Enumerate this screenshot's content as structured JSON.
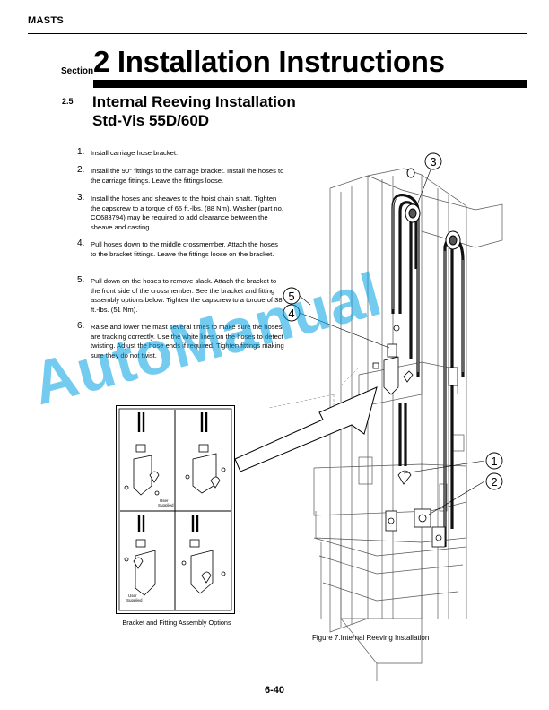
{
  "header": {
    "section_name": "MASTS"
  },
  "section": {
    "label": "Section",
    "title": "2 Installation Instructions"
  },
  "subsection": {
    "number": "2.5",
    "title_line1": "Internal Reeving Installation",
    "title_line2": "Std-Vis 55D/60D"
  },
  "steps": [
    {
      "num": "1.",
      "text": "Install carriage hose bracket."
    },
    {
      "num": "2.",
      "text": "Install the 90° fittings to the carriage bracket. Install the hoses to the carriage fittings. Leave the fittings loose."
    },
    {
      "num": "3.",
      "text": "Install the hoses and sheaves to the hoist chain shaft. Tighten the capscrew to a torque of 65 ft.-lbs. (88 Nm). Washer (part no. CC683794) may be required to add clearance between the sheave and casting."
    },
    {
      "num": "4.",
      "text": "Pull hoses down to the middle crossmember. Attach the hoses to the bracket fittings. Leave the fittings loose on the bracket."
    },
    {
      "num": "5.",
      "text": "Pull down on the hoses to remove slack. Attach the bracket to the front side of the crossmember. See the bracket and fitting assembly options below. Tighten the capscrew to a torque of 38 ft.-lbs. (51 Nm)."
    },
    {
      "num": "6.",
      "text": "Raise and lower the mast several times to make sure the hoses are tracking correctly. Use the white lines on the hoses to detect twisting. Adjust the hose ends if required. Tighten fittings making sure they do not twist."
    }
  ],
  "callouts": [
    "1",
    "2",
    "3",
    "4",
    "5"
  ],
  "bracket_options": {
    "caption": "Bracket and Fitting Assembly Options",
    "user_supplied_label_line1": "User",
    "user_supplied_label_line2": "Supplied"
  },
  "figure_caption": "Figure 7.Internal Reeving Installation",
  "page_number": "6-40",
  "watermark": "AutoManual",
  "colors": {
    "watermark": "#00a0e1",
    "ink": "#000000"
  }
}
